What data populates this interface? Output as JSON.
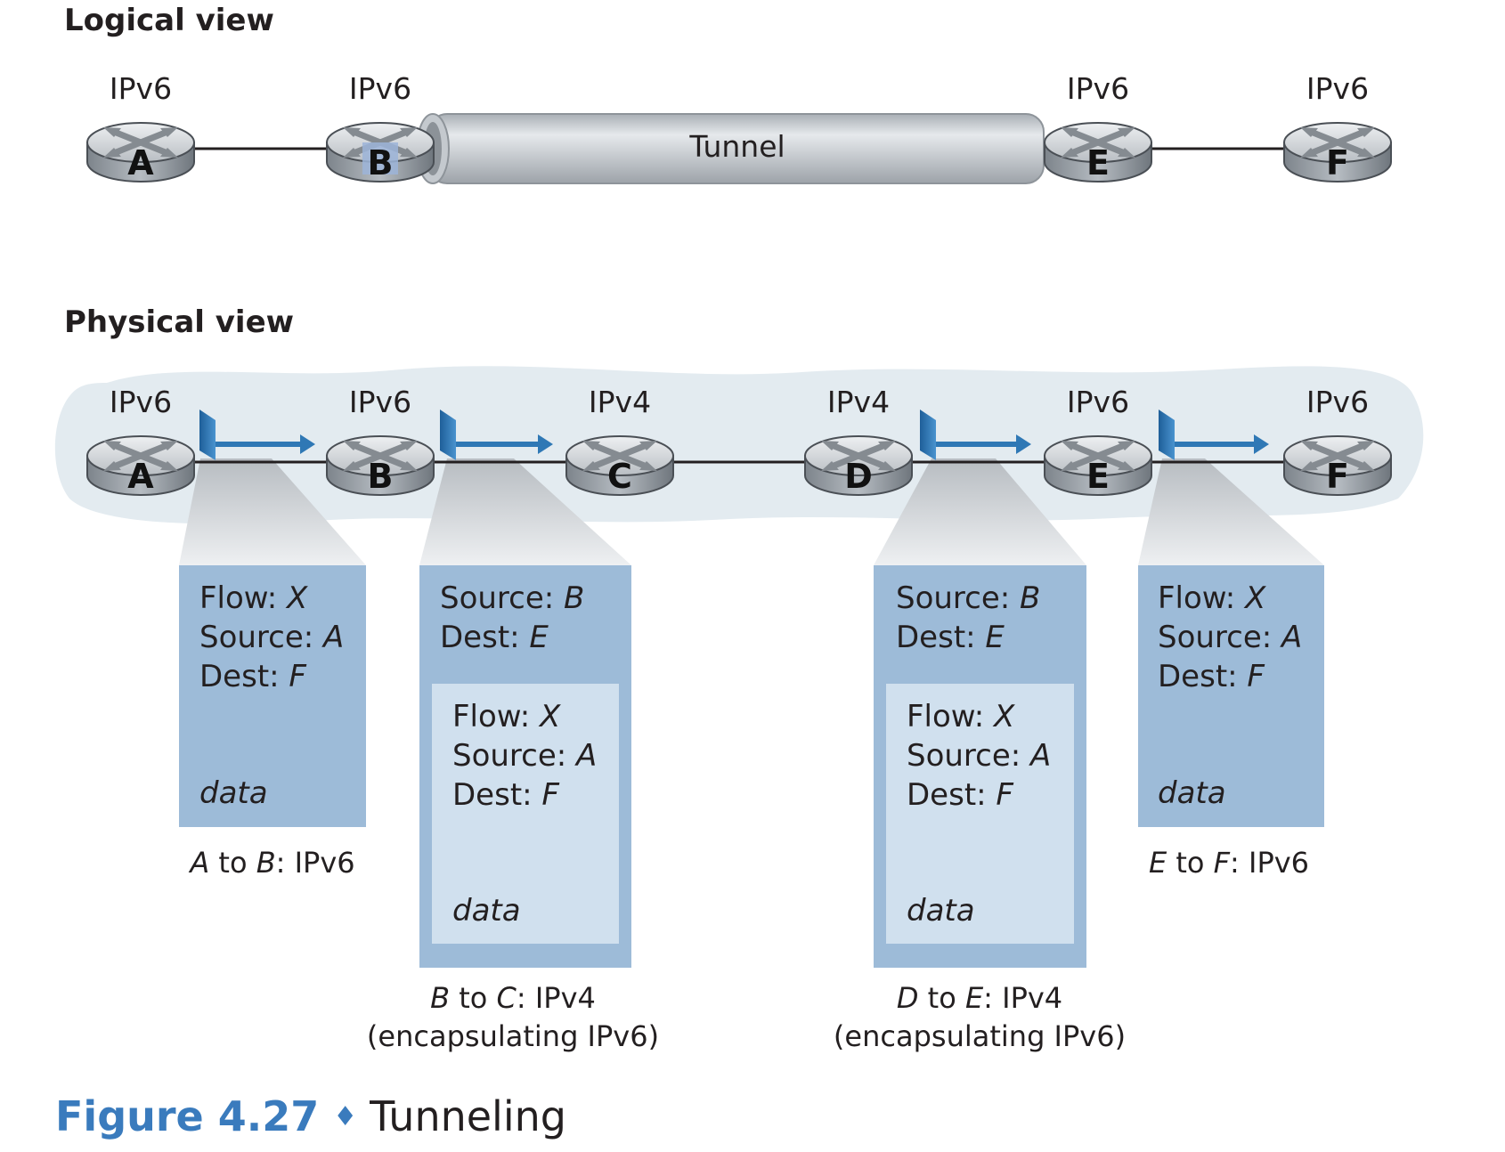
{
  "logical": {
    "heading": "Logical view",
    "routers": [
      {
        "id": "A",
        "proto": "IPv6"
      },
      {
        "id": "B",
        "proto": "IPv6"
      },
      {
        "id": "E",
        "proto": "IPv6"
      },
      {
        "id": "F",
        "proto": "IPv6"
      }
    ],
    "tunnel_label": "Tunnel"
  },
  "physical": {
    "heading": "Physical view",
    "routers": [
      {
        "id": "A",
        "proto": "IPv6"
      },
      {
        "id": "B",
        "proto": "IPv6"
      },
      {
        "id": "C",
        "proto": "IPv4"
      },
      {
        "id": "D",
        "proto": "IPv4"
      },
      {
        "id": "E",
        "proto": "IPv6"
      },
      {
        "id": "F",
        "proto": "IPv6"
      }
    ]
  },
  "packets": [
    {
      "fields": [
        {
          "name": "Flow: ",
          "value": "X"
        },
        {
          "name": "Source: ",
          "value": "A"
        },
        {
          "name": "Dest: ",
          "value": "F"
        }
      ],
      "payload": "data",
      "caption": {
        "from": "A",
        "to_word": " to ",
        "to": "B",
        "proto": ": IPv6",
        "line2": ""
      }
    },
    {
      "outer": [
        {
          "name": "Source: ",
          "value": "B"
        },
        {
          "name": "Dest: ",
          "value": "E"
        }
      ],
      "fields": [
        {
          "name": "Flow: ",
          "value": "X"
        },
        {
          "name": "Source: ",
          "value": "A"
        },
        {
          "name": "Dest: ",
          "value": "F"
        }
      ],
      "payload": "data",
      "caption": {
        "from": "B",
        "to_word": " to ",
        "to": "C",
        "proto": ": IPv4",
        "line2": "(encapsulating IPv6)"
      }
    },
    {
      "outer": [
        {
          "name": "Source: ",
          "value": "B"
        },
        {
          "name": "Dest: ",
          "value": "E"
        }
      ],
      "fields": [
        {
          "name": "Flow: ",
          "value": "X"
        },
        {
          "name": "Source: ",
          "value": "A"
        },
        {
          "name": "Dest: ",
          "value": "F"
        }
      ],
      "payload": "data",
      "caption": {
        "from": "D",
        "to_word": " to ",
        "to": "E",
        "proto": ": IPv4",
        "line2": "(encapsulating IPv6)"
      }
    },
    {
      "fields": [
        {
          "name": "Flow: ",
          "value": "X"
        },
        {
          "name": "Source: ",
          "value": "A"
        },
        {
          "name": "Dest: ",
          "value": "F"
        }
      ],
      "payload": "data",
      "caption": {
        "from": "E",
        "to_word": " to ",
        "to": "F",
        "proto": ": IPv6",
        "line2": ""
      }
    }
  ],
  "figure": {
    "number": "Figure 4.27",
    "diamond": "♦",
    "title": "Tunneling"
  },
  "colors": {
    "packet_outer": "#9dbbd8",
    "packet_inner": "#d0e0ee",
    "cloud": "#e3ebf0",
    "arrow": "#2f78b5",
    "accent": "#3a7bbd"
  }
}
